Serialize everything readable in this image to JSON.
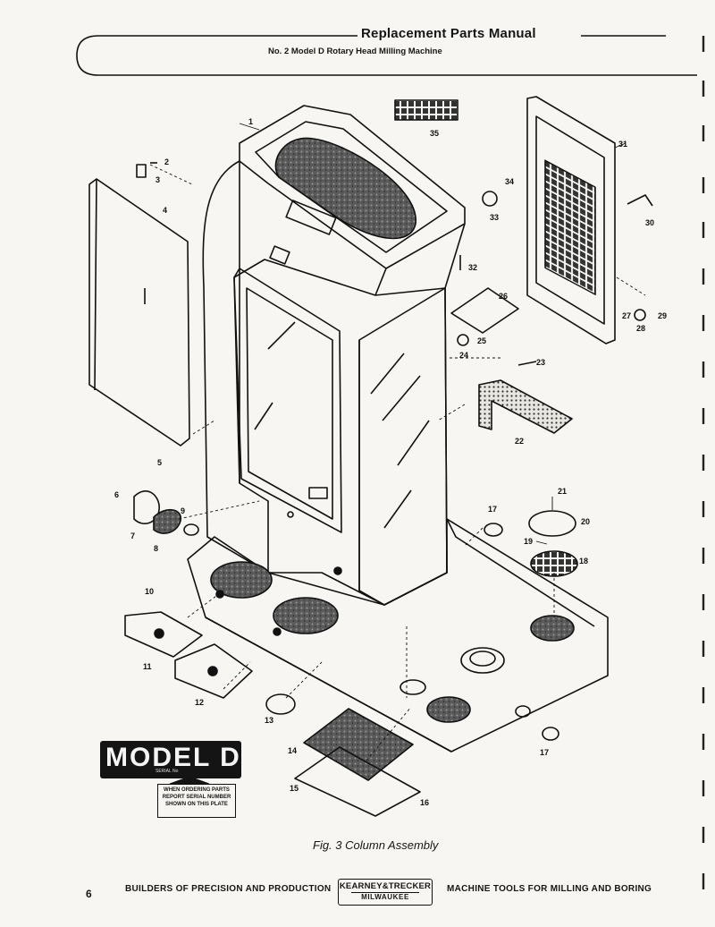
{
  "header": {
    "title": "Replacement Parts Manual",
    "subtitle": "No. 2 Model D Rotary Head Milling Machine"
  },
  "figure": {
    "caption": "Fig. 3   Column Assembly"
  },
  "plate": {
    "text": "MODEL D",
    "serial": "SERIAL No",
    "note_lines": [
      "WHEN ORDERING PARTS",
      "REPORT SERIAL NUMBER",
      "SHOWN ON THIS PLATE"
    ]
  },
  "callouts": [
    "1",
    "2",
    "3",
    "4",
    "5",
    "6",
    "7",
    "8",
    "9",
    "10",
    "11",
    "12",
    "13",
    "14",
    "15",
    "16",
    "17",
    "17",
    "18",
    "19",
    "20",
    "21",
    "22",
    "23",
    "24",
    "25",
    "26",
    "27",
    "28",
    "29",
    "30",
    "31",
    "32",
    "33",
    "34",
    "35"
  ],
  "footer": {
    "page_number": "6",
    "left_text": "BUILDERS OF PRECISION AND PRODUCTION",
    "logo_line1": "KEARNEY&TRECKER",
    "logo_line2": "MILWAUKEE",
    "right_text": "MACHINE TOOLS FOR MILLING AND BORING"
  },
  "colors": {
    "paper": "#f7f6f2",
    "ink": "#161616"
  }
}
